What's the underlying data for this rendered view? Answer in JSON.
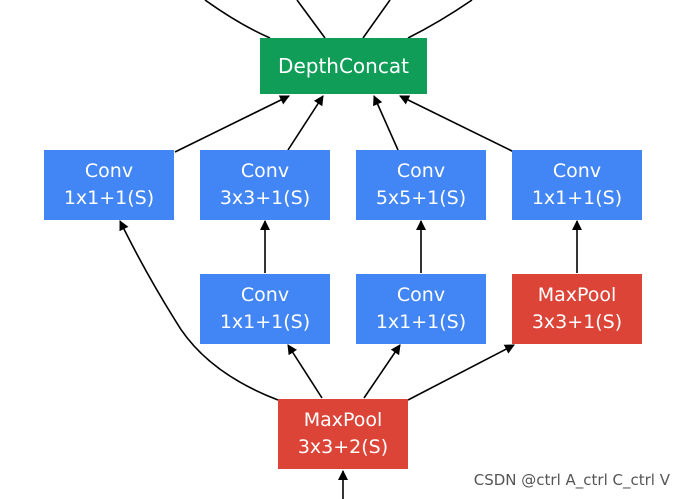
{
  "diagram": {
    "concat": {
      "label": "DepthConcat"
    },
    "top_row": [
      {
        "line1": "Conv",
        "line2": "1x1+1(S)"
      },
      {
        "line1": "Conv",
        "line2": "3x3+1(S)"
      },
      {
        "line1": "Conv",
        "line2": "5x5+1(S)"
      },
      {
        "line1": "Conv",
        "line2": "1x1+1(S)"
      }
    ],
    "middle_row": [
      {
        "line1": "Conv",
        "line2": "1x1+1(S)"
      },
      {
        "line1": "Conv",
        "line2": "1x1+1(S)"
      },
      {
        "line1": "MaxPool",
        "line2": "3x3+1(S)"
      }
    ],
    "input": {
      "line1": "MaxPool",
      "line2": "3x3+2(S)"
    }
  },
  "colors": {
    "conv": "#4285f4",
    "pool": "#db4437",
    "concat": "#0f9d58",
    "edge": "#000000"
  },
  "watermark": "CSDN @ctrl A_ctrl C_ctrl V"
}
